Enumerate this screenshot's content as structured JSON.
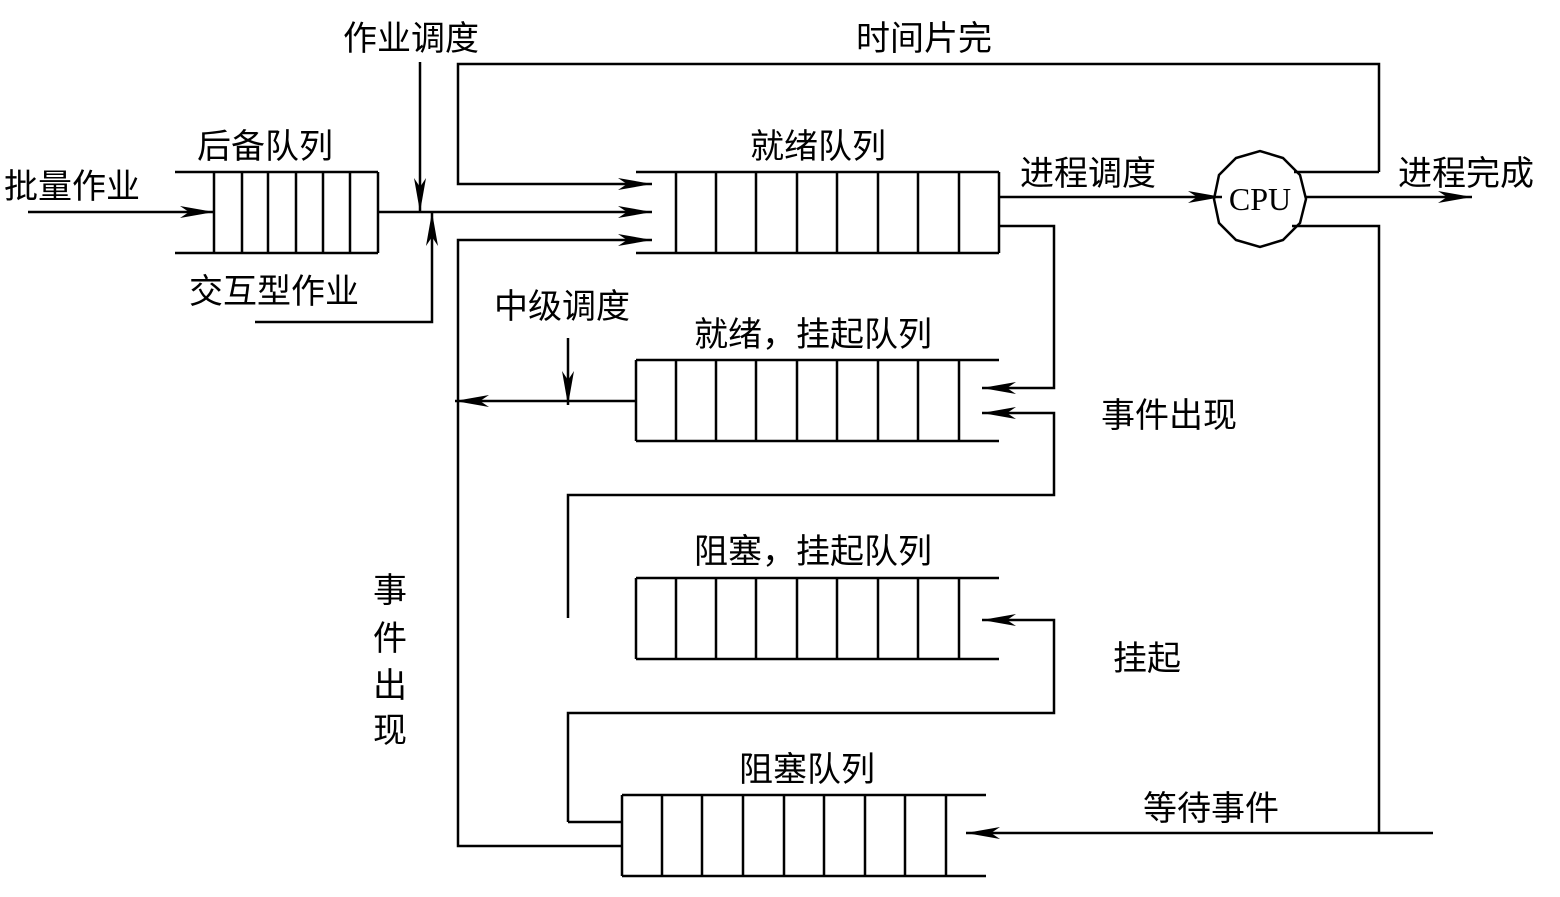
{
  "labels": {
    "batch_job": "批量作业",
    "interactive_job": "交互型作业",
    "backup_queue": "后备队列",
    "job_scheduling": "作业调度",
    "time_slice_done": "时间片完",
    "ready_queue": "就绪队列",
    "process_scheduling": "进程调度",
    "cpu": "CPU",
    "process_done": "进程完成",
    "mid_scheduling": "中级调度",
    "ready_suspend_queue": "就绪，挂起队列",
    "event_occurs_right": "事件出现",
    "blocked_suspend_queue": "阻塞，挂起队列",
    "suspend": "挂起",
    "event_occurs_vertical": [
      "事",
      "件",
      "出",
      "现"
    ],
    "blocked_queue": "阻塞队列",
    "wait_event": "等待事件"
  },
  "colors": {
    "ink": "#000000",
    "background": "#ffffff"
  }
}
